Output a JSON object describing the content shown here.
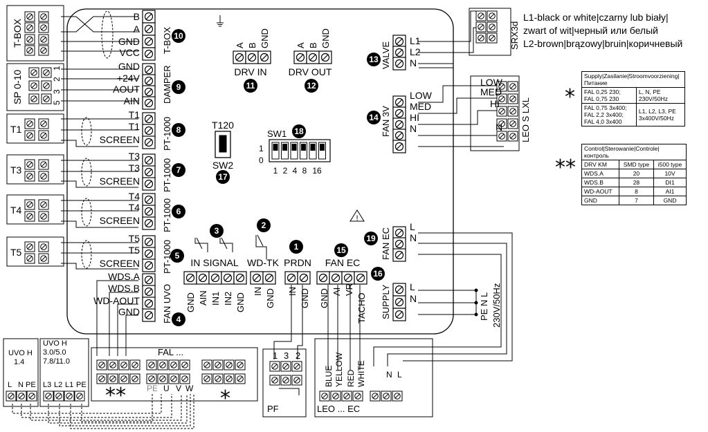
{
  "left_devices": {
    "tbox": {
      "label": "T-BOX",
      "number": "10",
      "terminals": [
        "B",
        "A",
        "GND",
        "VCC"
      ],
      "name": "T-BOX"
    },
    "sp010": {
      "label": "SP 0-10",
      "side_numbers": [
        "1",
        "2",
        "3",
        "5"
      ],
      "number": "9",
      "terminals": [
        "GND",
        "+24V",
        "AOUT",
        "AIN"
      ],
      "name": "DAMPER"
    },
    "t1": {
      "label": "T1",
      "number": "8",
      "terminals": [
        "T1",
        "T1",
        "SCREEN"
      ],
      "name": "PT-1000"
    },
    "t3": {
      "label": "T3",
      "number": "7",
      "terminals": [
        "T3",
        "T3",
        "SCREEN"
      ],
      "name": "PT-1000"
    },
    "t4": {
      "label": "T4",
      "number": "6",
      "terminals": [
        "T4",
        "T4",
        "SCREEN"
      ],
      "name": "PT-1000"
    },
    "t5": {
      "label": "T5",
      "number": "5",
      "terminals": [
        "T5",
        "T5",
        "SCREEN"
      ],
      "name": "PT-1000"
    },
    "fan_uvo": {
      "number": "4",
      "terminals": [
        "WDS.A",
        "WDS.B",
        "WD-AOUT",
        "GND"
      ],
      "name": "FAN UVO"
    }
  },
  "drv_in": {
    "label": "DRV IN",
    "number": "11",
    "pins": [
      "A",
      "B",
      "GND"
    ]
  },
  "drv_out": {
    "label": "DRV OUT",
    "number": "12",
    "pins": [
      "A",
      "B",
      "GND"
    ]
  },
  "t120": {
    "top": "T120",
    "bottom": "SW2",
    "number": "17"
  },
  "sw1": {
    "label": "SW1",
    "number": "18",
    "on": "1",
    "off": "0",
    "values": [
      "1",
      "2",
      "4",
      "8",
      "16"
    ]
  },
  "in_signal": {
    "number": "3",
    "title": "IN SIGNAL",
    "pins": [
      "GND",
      "AIN",
      "IN1",
      "IN2",
      "GND"
    ]
  },
  "wd_tk": {
    "number": "2",
    "title": "WD-TK",
    "pins": [
      "IN",
      "GND"
    ]
  },
  "prdn": {
    "number": "1",
    "title": "PRDN",
    "pins": [
      "IN",
      "GND"
    ]
  },
  "fan_ec_bottom": {
    "number": "15",
    "title": "FAN EC",
    "pins": [
      "GND",
      "AI",
      "VR",
      "TACHO"
    ]
  },
  "valve": {
    "number": "13",
    "name": "VALVE",
    "terminals": [
      "L1",
      "L2",
      "N"
    ]
  },
  "srx": {
    "name": "SRX3d",
    "desc": [
      "L1-black or white|czarny lub biały|",
      "zwart of wit|черный или белый",
      "L2-brown|brązowy|bruin|коричневый"
    ]
  },
  "fan3v": {
    "number": "14",
    "name": "FAN 3V",
    "terminals": [
      "LOW",
      "MED",
      "HI",
      "N"
    ]
  },
  "leo": {
    "name": "LEO S LXL",
    "terminals": [
      "LOW",
      "MED",
      "HI",
      "N"
    ]
  },
  "fan_ec_right": {
    "number": "19",
    "name": "FAN EC",
    "terminals": [
      "L",
      "N"
    ]
  },
  "supply": {
    "number": "16",
    "name": "SUPPLY",
    "terminals": [
      "L",
      "N"
    ],
    "pe_label": "PE N L",
    "voltage": "230V/50Hz"
  },
  "supply_table": {
    "header": "Supply|Zasilanie|Stroomvoorziening|Питание",
    "rows": [
      [
        "FAL 0,25 230;\nFAL 0,75 230",
        "L, N, PE\n230V/50Hz"
      ],
      [
        "FAL 0,75 3x400;\nFAL 2,2 3x400;\nFAL 4,0 3x400",
        "L1, L2, L3, PE\n3x400V/50Hz"
      ]
    ]
  },
  "control_table": {
    "header": "Control|Sterowanie|Controle|контроль",
    "columns": [
      "DRV KM",
      "SMD type",
      "i500 type"
    ],
    "rows": [
      [
        "WDS.A",
        "20",
        "10V"
      ],
      [
        "WDS.B",
        "28",
        "DI1"
      ],
      [
        "WD-AOUT",
        "8",
        "AI1"
      ],
      [
        "GND",
        "7",
        "GND"
      ]
    ]
  },
  "uvo_small": {
    "title": "UVO H",
    "sub": "1.4",
    "pins": [
      "L",
      "N",
      "PE"
    ]
  },
  "uvo_large": {
    "title": "UVO H",
    "sub1": "3.0/5.0",
    "sub2": "7.8/11.0",
    "pins": [
      "L3",
      "L2",
      "L1",
      "PE"
    ]
  },
  "fal": {
    "title": "FAL ...",
    "pins": [
      "PE",
      "U",
      "V",
      "W"
    ]
  },
  "pf": {
    "label": "PF",
    "pins": [
      "1",
      "3",
      "2"
    ]
  },
  "leo_ec": {
    "label": "LEO ... EC",
    "wires": [
      "BLUE",
      "YELLOW",
      "RED",
      "WHITE"
    ],
    "pins": [
      "N",
      "L"
    ]
  },
  "stars": {
    "one": "*",
    "two": "**"
  },
  "colors": {
    "line": "#000000",
    "background": "#ffffff"
  }
}
